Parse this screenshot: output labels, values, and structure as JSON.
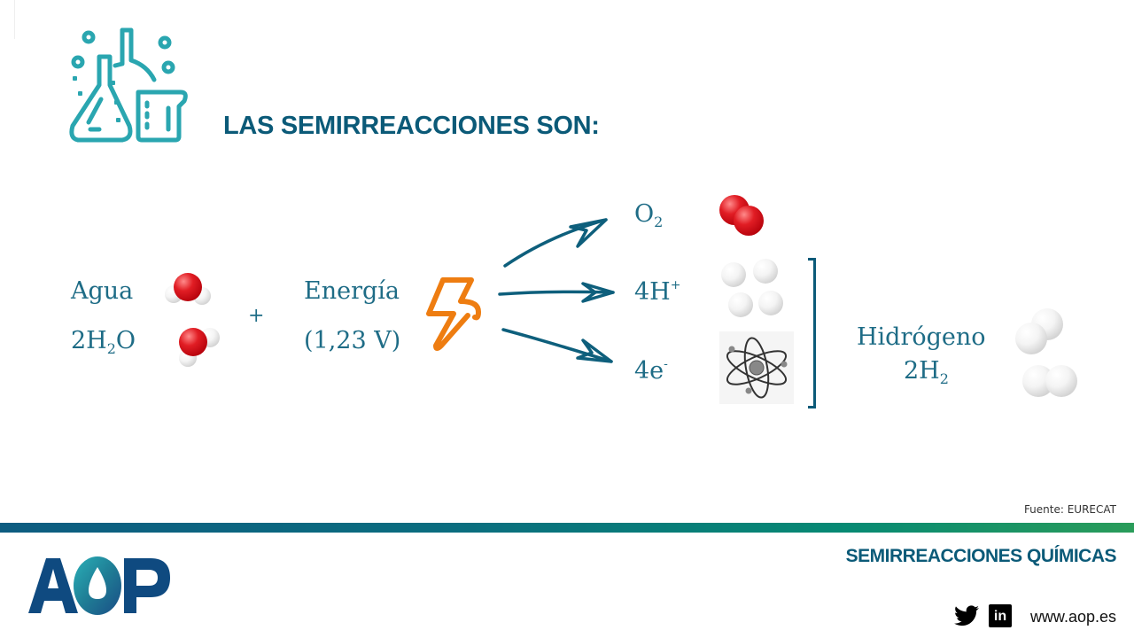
{
  "slide": {
    "title": "LAS SEMIRREACCIONES SON:",
    "icon": "lab-flasks-icon"
  },
  "reactants": {
    "water_label": "Agua",
    "water_formula": {
      "pre": "2H",
      "sub": "2",
      "post": "O"
    },
    "plus": "+",
    "energy_label": "Energía",
    "energy_value": "(1,23 V)",
    "energy_icon": "lightning-bolt-icon"
  },
  "products": [
    {
      "base": "O",
      "sub": "2",
      "sup": "",
      "icon": "oxygen-molecule-icon"
    },
    {
      "base": "4H",
      "sub": "",
      "sup": "+",
      "icon": "hydrogen-ions-icon"
    },
    {
      "base": "4e",
      "sub": "",
      "sup": "-",
      "icon": "atom-icon"
    }
  ],
  "result": {
    "label": "Hidrógeno",
    "formula": {
      "pre": "2H",
      "sub": "2"
    },
    "icon": "hydrogen-molecules-icon"
  },
  "colors": {
    "title": "#0b5a78",
    "serif_text": "#1e6c86",
    "bolt": "#ee7d11",
    "icon_teal": "#2aa6b0"
  },
  "source": "Fuente: EURECAT",
  "footer": {
    "title": "SEMIRREACCIONES QUÍMICAS",
    "logo": "AOP",
    "url": "www.aop.es",
    "social": [
      "twitter-icon",
      "linkedin-icon"
    ]
  }
}
